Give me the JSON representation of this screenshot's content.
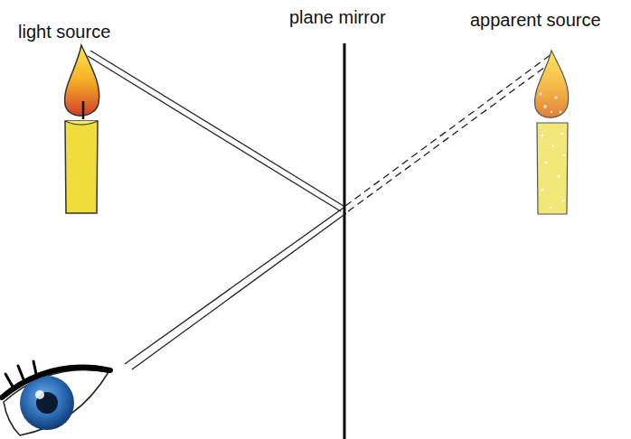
{
  "diagram": {
    "labels": [
      "light source",
      "plane mirror",
      "apparent source"
    ]
  }
}
